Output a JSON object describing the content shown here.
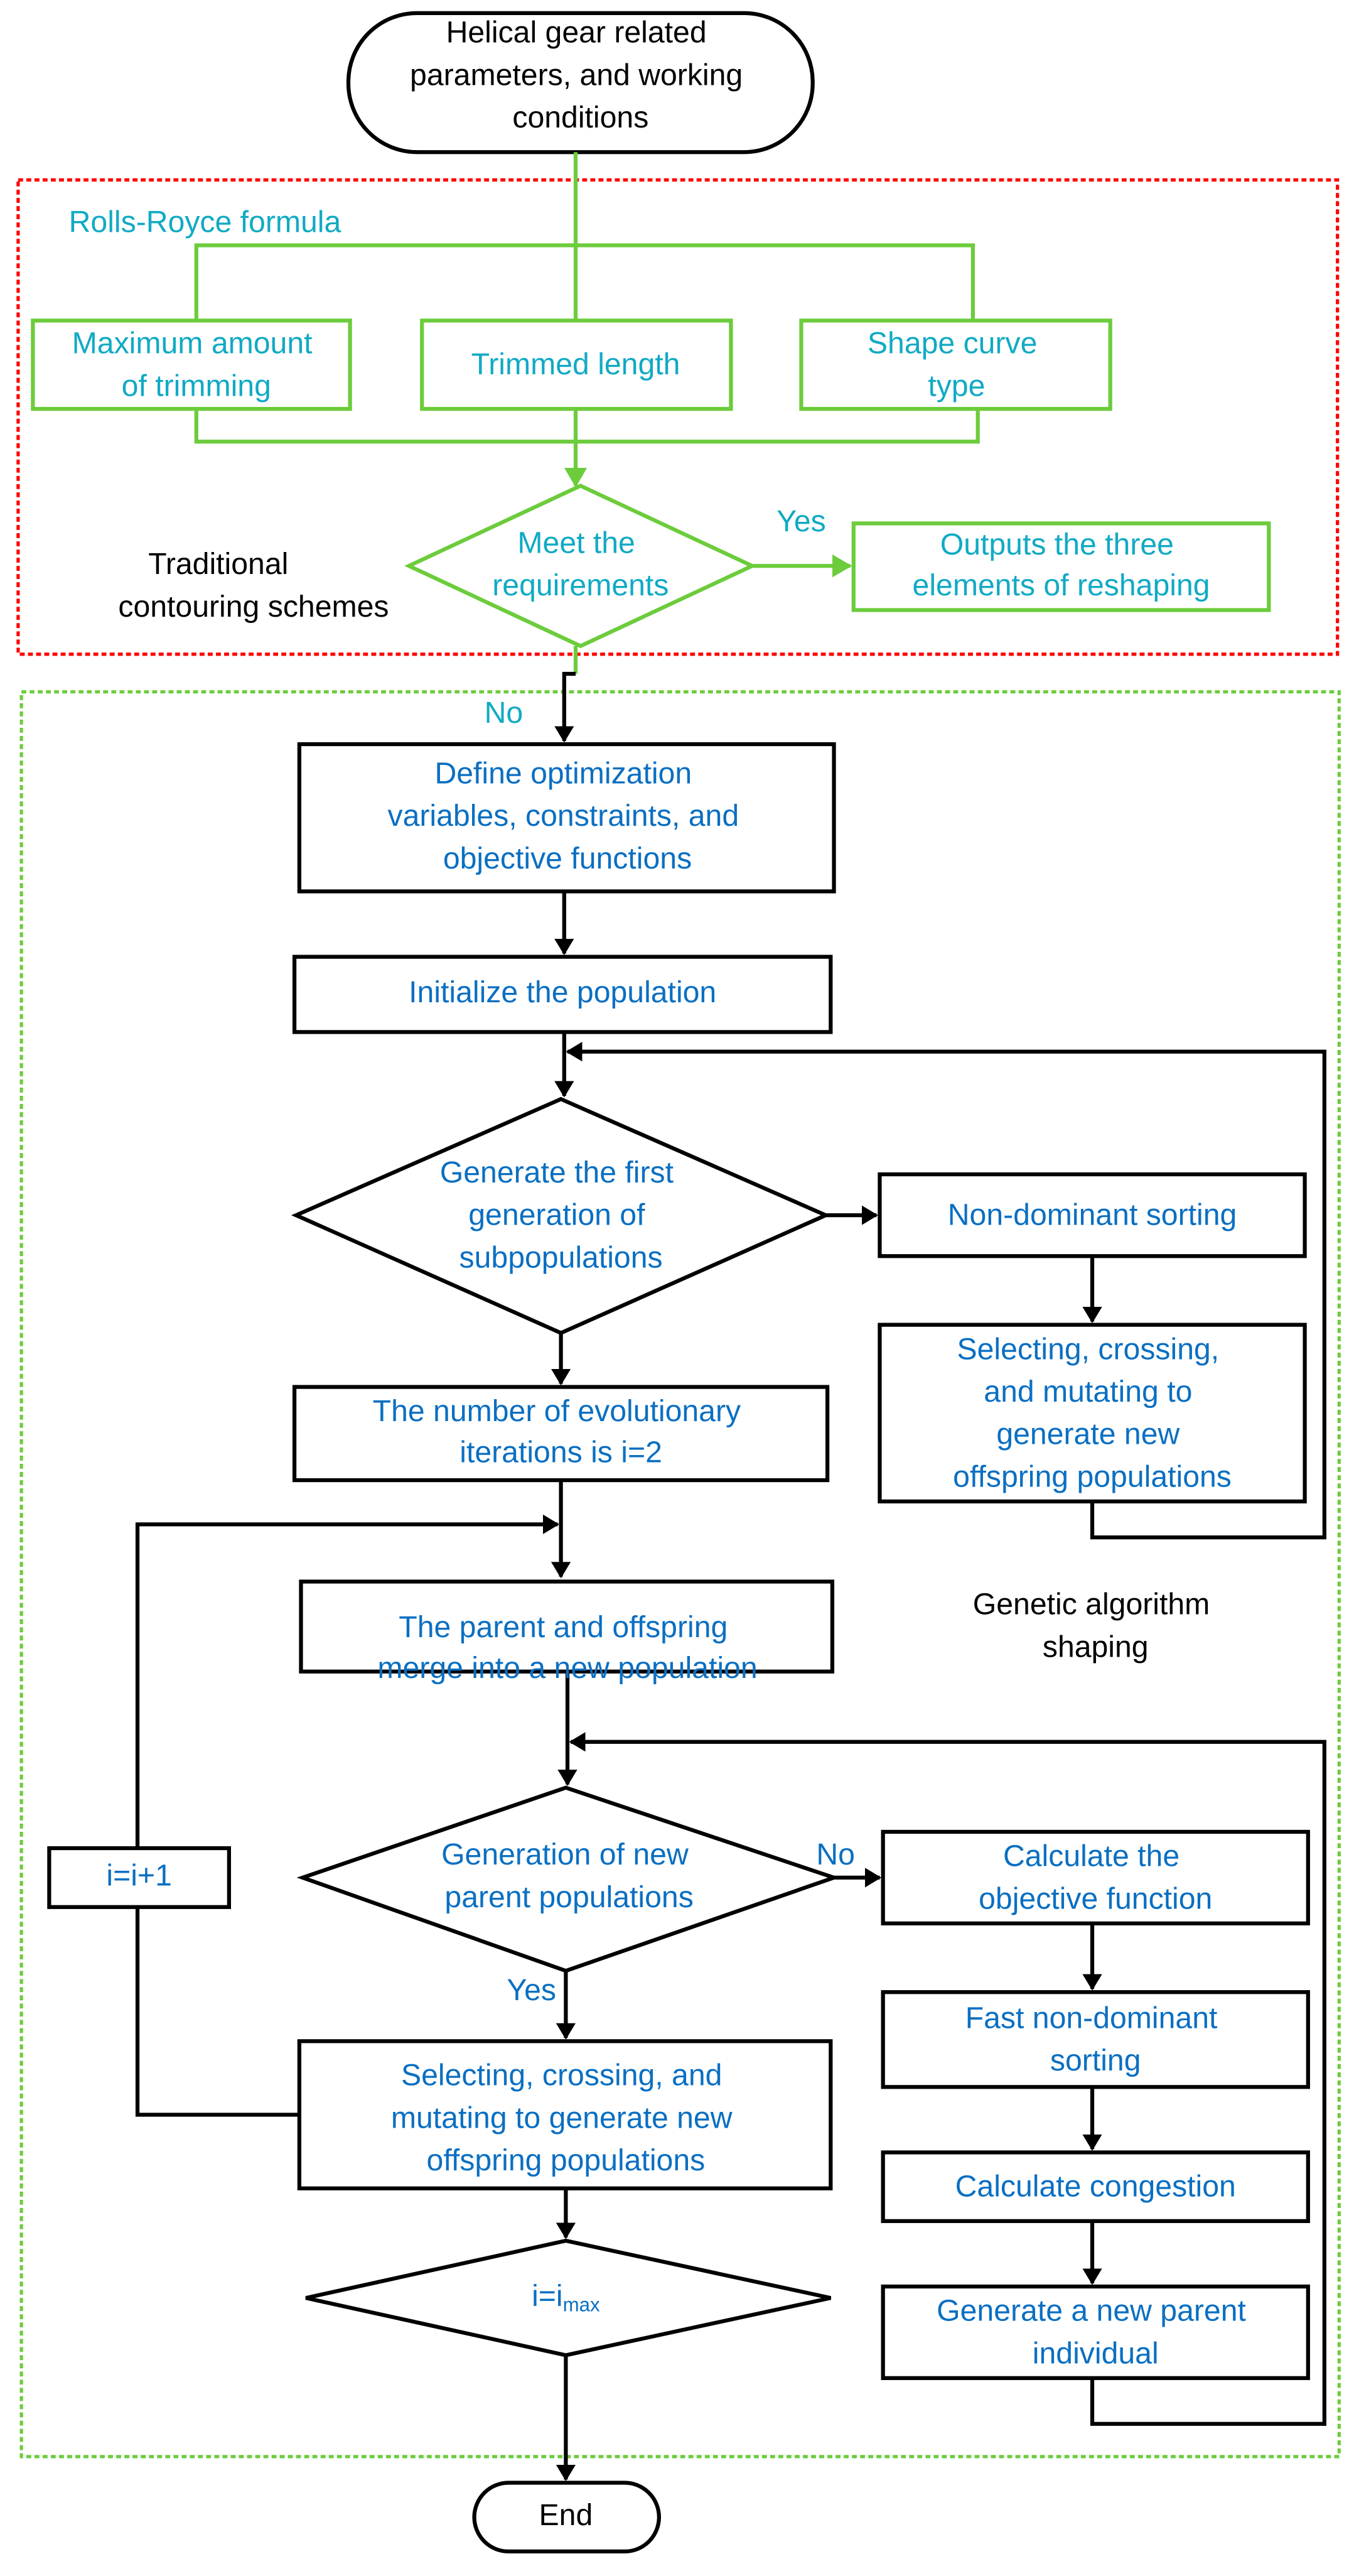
{
  "colors": {
    "black_flow": "#000000",
    "blue_text": "#0a6fc2",
    "cyan_text": "#10aac4",
    "green_flow": "#6ccc3c",
    "traditional_frame": "#ff0000",
    "ga_frame": "#6ccc3c"
  },
  "start": {
    "lines": [
      "Helical gear related",
      "parameters, and working",
      "conditions"
    ]
  },
  "traditional": {
    "formula_label": "Rolls-Royce formula",
    "box_max_trim": [
      "Maximum amount",
      "of trimming"
    ],
    "box_trim_length": "Trimmed length",
    "box_shape_curve": [
      "Shape curve",
      "type"
    ],
    "decision": [
      "Meet the",
      "requirements"
    ],
    "yes_label": "Yes",
    "no_label": "No",
    "output_box": [
      "Outputs the three",
      "elements of reshaping"
    ],
    "section_label": [
      "Traditional",
      "contouring schemes"
    ]
  },
  "ga": {
    "define_box": [
      "Define optimization",
      "variables, constraints, and",
      "objective functions"
    ],
    "init_box": "Initialize the population",
    "decision_first_gen": [
      "Generate the first",
      "generation of",
      "subpopulations"
    ],
    "non_dominant_box": "Non-dominant sorting",
    "select_box_right": [
      "Selecting, crossing,",
      "and mutating to",
      "generate new",
      "offspring populations"
    ],
    "iter_box": [
      "The number of evolutionary",
      "iterations is i=2"
    ],
    "merge_box": [
      "The parent and offspring",
      "merge into a new population"
    ],
    "section_label": [
      "Genetic algorithm",
      "shaping"
    ],
    "increment_box": "i=i+1",
    "decision_new_parent": [
      "Generation of new",
      "parent populations"
    ],
    "no_label": "No",
    "yes_label": "Yes",
    "calc_objective_box": [
      "Calculate the",
      "objective function"
    ],
    "fast_sort_box": [
      "Fast non-dominant",
      "sorting"
    ],
    "congestion_box": "Calculate congestion",
    "new_parent_box": [
      "Generate a new parent",
      "individual"
    ],
    "select_box_left": [
      "Selecting, crossing, and",
      "mutating to generate new",
      "offspring populations"
    ],
    "decision_imax": {
      "main": "i=i",
      "sub": "max"
    }
  },
  "end": {
    "label": "End"
  }
}
